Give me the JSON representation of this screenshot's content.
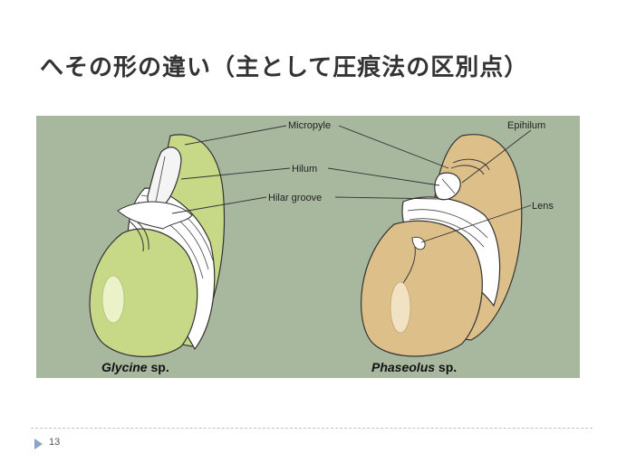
{
  "slide": {
    "title": "へその形の違い（主として圧痕法の区別点）",
    "page_number": "13"
  },
  "figure": {
    "labels": {
      "micropyle": "Micropyle",
      "hilum": "Hilum",
      "hilar_groove": "Hilar groove",
      "epihilum": "Epihilum",
      "lens": "Lens"
    },
    "captions": {
      "left_genus": "Glycine",
      "left_suffix": " sp.",
      "right_genus": "Phaseolus",
      "right_suffix": " sp."
    },
    "colors": {
      "background": "#a8b89e",
      "glycine_seed": "#c7d987",
      "phaseolus_seed": "#ddbf8a"
    }
  }
}
